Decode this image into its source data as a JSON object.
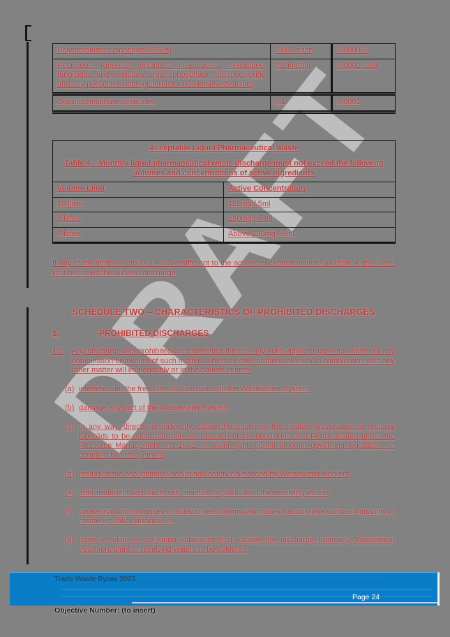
{
  "page": {
    "watermark": "DRAFT",
    "colors": {
      "background": "#828282",
      "watermark_gray": "#c2c2c2",
      "insertion_red": "#c23b3b",
      "ink_black": "#141414",
      "footer_blue": "#0a7dc8",
      "footer_lavender_line": "#cfc8ec",
      "page_number_white": "#ffffff"
    }
  },
  "limits_table": {
    "rows": [
      [
        "Polybrominated biphenyls (PBBs)",
        "0.002 each",
        "0.000002"
      ],
      [
        "Pesticides (general) (includes insecticides, herbicides, fungicides and excludes organophosphate, organochlorine and any pesticides not registered for use in New Zealand)",
        "0.2 in total",
        "0.0002 total"
      ],
      [
        "Organophosphate pesticides",
        "0.1",
        "0.0001"
      ]
    ]
  },
  "pharma_table": {
    "title": "Acceptable Liquid Pharmaceutical Waste",
    "caption": "Table 4 – Monthly liquid pharmaceutical waste discharge must not exceed the following volumes and concentrations of active ingredients",
    "col_headers": [
      "Volume Limit",
      "Active Concentration"
    ],
    "rows": [
      [
        "10 litres",
        "125mg / 5ml"
      ],
      [
        "5 litres",
        "250mg / 5 ml"
      ],
      [
        "3 litres",
        "Above 250mg / 5ml"
      ]
    ]
  },
  "note": "If any of the limits in Tables 1 - 3 are different to the active concentration limits in Table 4, the lower limit becomes the allowed discharge.",
  "schedule_heading": "SCHEDULE TWO – CHARACTERISTICS OF PROHIBITED DISCHARGES",
  "section": {
    "number": "1.",
    "title": "PROHIBITED DISCHARGES"
  },
  "clause": {
    "number": "1.1",
    "text": "Any discharge has prohibited characteristics if it has any solid, liquid or gaseous matter or any combination or mixture of such matters which by itself or themselves or in combination with any other matter will immediately or in the course of time:"
  },
  "items": [
    {
      "label": "(a)",
      "text": "interfere with the free flow of Wastewater in the Wastewater System;"
    },
    {
      "label": "(b)",
      "text": "damage any part of the Wastewater System;"
    },
    {
      "label": "(c)",
      "text": "in any way, directly or indirectly, cause the quality of the treated Wastewater or residual biosolids to be such that there is a breach of the conditions of a Permit issued under the Resource Management Act 1991, or water right, permit or other governing legislation, or commercial arrangement;"
    },
    {
      "label": "(d)",
      "text": "prejudice the occupational health and safety risks faced by Wastewater workers;"
    },
    {
      "label": "(e)",
      "text": "after treatment be toxic to fish, animals or plant life in the receiving waters;"
    },
    {
      "label": "(f)",
      "text": "cause malodorous gases or substances to form which are of a nature or sufficient quantity to create a public nuisance; or"
    },
    {
      "label": "(g)",
      "text": "have a colour or colouring substance that causes the discharge from any Wastewater treatment plant to receiving waters to be coloured,"
    }
  ],
  "footer": {
    "document_title": "Trade Waste Bylaw 2025",
    "page_label": "Page 24",
    "objective_number": "Objective Number: (to insert)"
  }
}
